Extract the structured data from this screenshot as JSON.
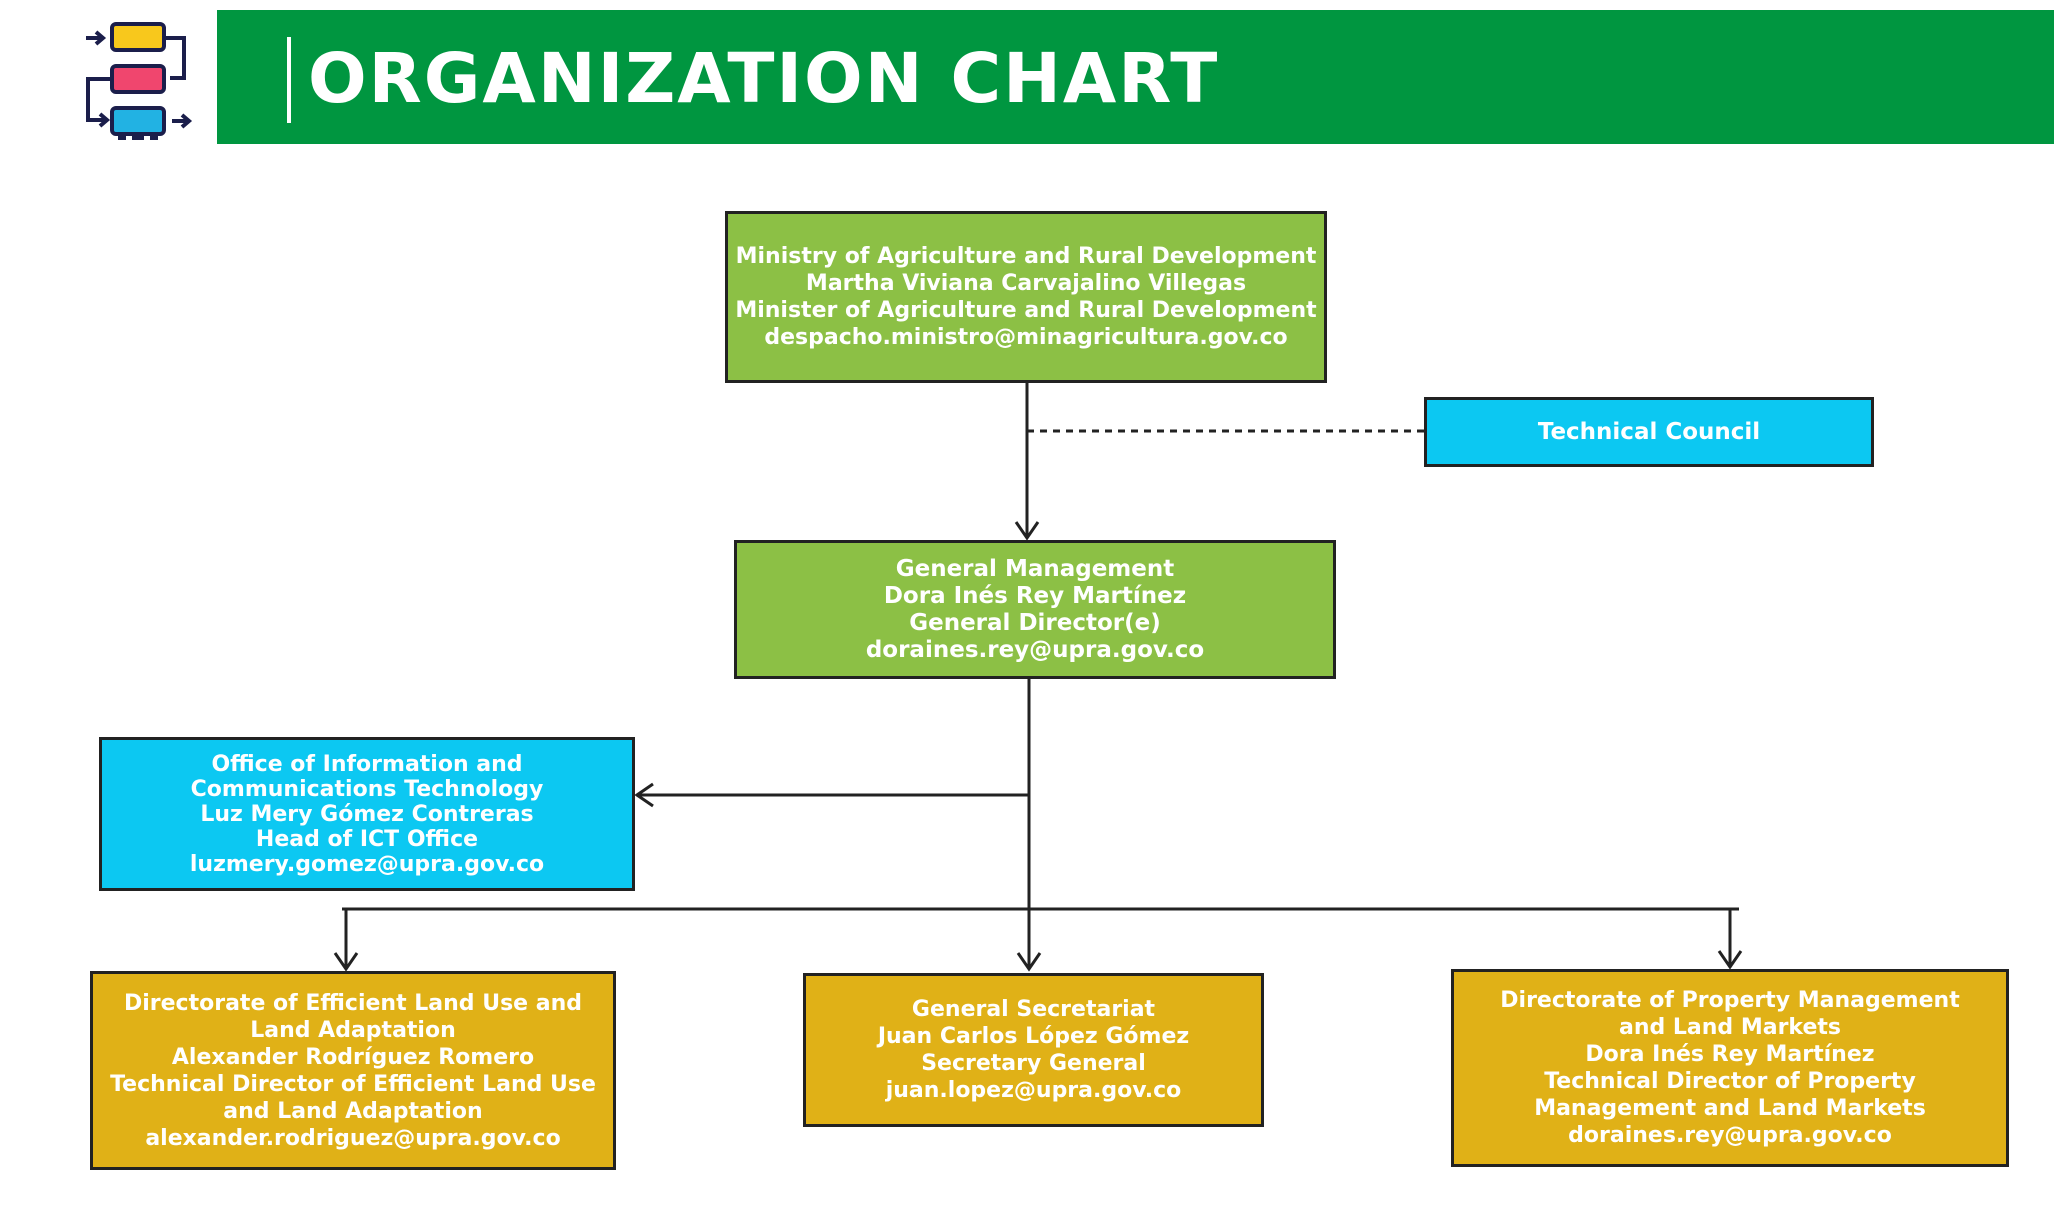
{
  "header": {
    "title": "ORGANIZATION CHART",
    "bar_color": "#009640",
    "logo_icon": "org-chart-flow-icon"
  },
  "colors": {
    "top_level": "#8cc045",
    "advisory": "#0cc8f2",
    "directorate": "#e0b117",
    "text": "#ffffff",
    "lines": "#222222"
  },
  "nodes": {
    "ministry": {
      "lines": [
        "Ministry of Agriculture and Rural Development",
        "Martha Viviana Carvajalino Villegas",
        "Minister of Agriculture and Rural Development",
        "despacho.ministro@minagricultura.gov.co"
      ]
    },
    "technical_council": {
      "lines": [
        "Technical Council"
      ]
    },
    "general_management": {
      "lines": [
        "General Management",
        "Dora Inés Rey Martínez",
        "General Director(e)",
        "doraines.rey@upra.gov.co"
      ]
    },
    "ict_office": {
      "lines": [
        "Office of Information and",
        "Communications Technology",
        "Luz Mery Gómez Contreras",
        "Head of ICT Office",
        "luzmery.gomez@upra.gov.co"
      ]
    },
    "land_use": {
      "lines": [
        "Directorate of Efficient Land Use and",
        "Land Adaptation",
        "Alexander Rodríguez Romero",
        "Technical Director of Efficient Land Use",
        "and Land Adaptation",
        "alexander.rodriguez@upra.gov.co"
      ]
    },
    "general_secretariat": {
      "lines": [
        "General Secretariat",
        "Juan Carlos López Gómez",
        "Secretary General",
        "juan.lopez@upra.gov.co"
      ]
    },
    "property_management": {
      "lines": [
        "Directorate of Property Management",
        "and Land Markets",
        "Dora Inés Rey Martínez",
        "Technical Director of Property",
        "Management and Land Markets",
        "doraines.rey@upra.gov.co"
      ]
    }
  }
}
